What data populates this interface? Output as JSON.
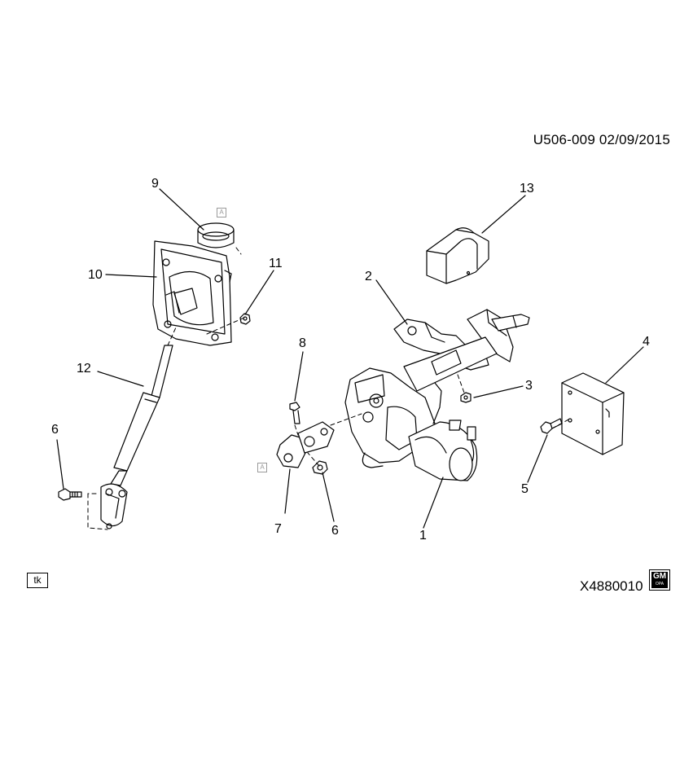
{
  "header": {
    "code": "U506-009  02/09/2015"
  },
  "callouts": {
    "c1": "1",
    "c2": "2",
    "c3": "3",
    "c4": "4",
    "c5": "5",
    "c6a": "6",
    "c6b": "6",
    "c7": "7",
    "c8": "8",
    "c9": "9",
    "c10": "10",
    "c11": "11",
    "c12": "12",
    "c13": "13"
  },
  "reference_marks": {
    "a1": "A",
    "a2": "A"
  },
  "footer": {
    "tk": "tk",
    "figure_id": "X4880010",
    "logo_text": "GM",
    "logo_subtext": "OPA"
  },
  "parts": [
    "column-assembly",
    "mounting-bracket",
    "nut",
    "control-module",
    "bolt",
    "bolt",
    "intermediate-joint",
    "bolt",
    "seal",
    "cover-seal",
    "nut",
    "intermediate-shaft",
    "cover"
  ]
}
